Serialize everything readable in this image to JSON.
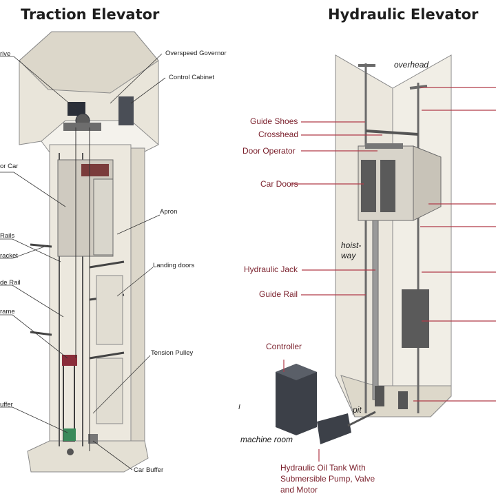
{
  "titles": {
    "traction": "Traction Elevator",
    "hydraulic": "Hydraulic Elevator"
  },
  "traction_labels": {
    "drive": "rive",
    "overspeed_governor": "Overspeed Governor",
    "control_cabinet": "Control Cabinet",
    "car": "or Car",
    "apron": "Apron",
    "rails": "Rails",
    "bracket": "racket",
    "landing_doors": "Landing doors",
    "guide_rail": "de Rail",
    "frame": "rame",
    "tension_pulley": "Tension Pulley",
    "buffer": "uffer",
    "car_buffer": "Car Buffer"
  },
  "hydraulic_labels": {
    "overhead": "overhead",
    "guide_shoes": "Guide Shoes",
    "crosshead": "Crosshead",
    "door_operator": "Door Operator",
    "car_doors": "Car Doors",
    "hoistway": "hoist-\nway",
    "hydraulic_jack": "Hydraulic Jack",
    "guide_rail": "Guide Rail",
    "controller": "Controller",
    "pit": "pit",
    "machine_room": "machine room",
    "oil_tank": "Hydraulic Oil Tank With\nSubmersible Pump, Valve\nand Motor",
    "stray_mark": "I"
  },
  "colors": {
    "leader_line": "#b03a48",
    "shaft_fill": "#ece8de",
    "shaft_edge": "#8a8a8a",
    "door_panel": "#5a5a5a",
    "machine_dark": "#3c4048"
  }
}
